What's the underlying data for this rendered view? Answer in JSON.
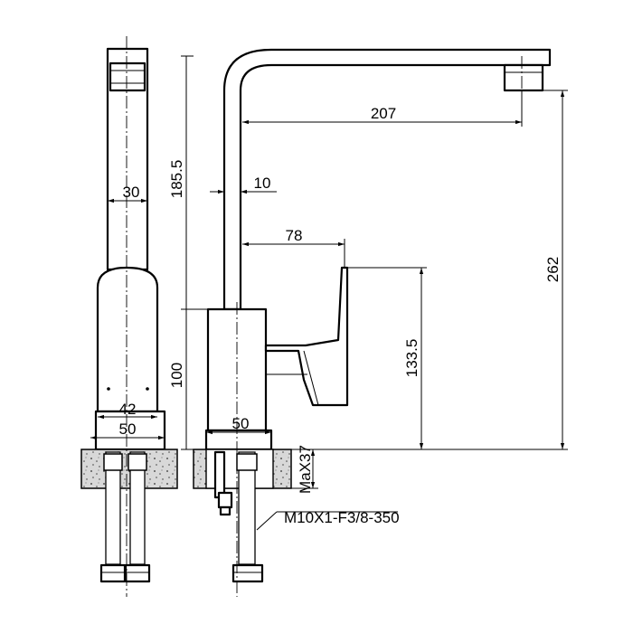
{
  "colors": {
    "line": "#000000",
    "background": "#ffffff",
    "stone_fill": "#d8d8d8"
  },
  "dimensions": {
    "side_top_width": "30",
    "side_base_inner": "42",
    "side_base_outer": "50",
    "spout_reach": "207",
    "height_to_spout_bend": "185.5",
    "spout_tube_diameter": "10",
    "handle_reach": "78",
    "total_height": "262",
    "handle_height": "133.5",
    "body_height": "100",
    "front_base_width": "50",
    "max_counter_thickness": "MaX37",
    "hose_spec": "M10X1-F3/8-350"
  }
}
